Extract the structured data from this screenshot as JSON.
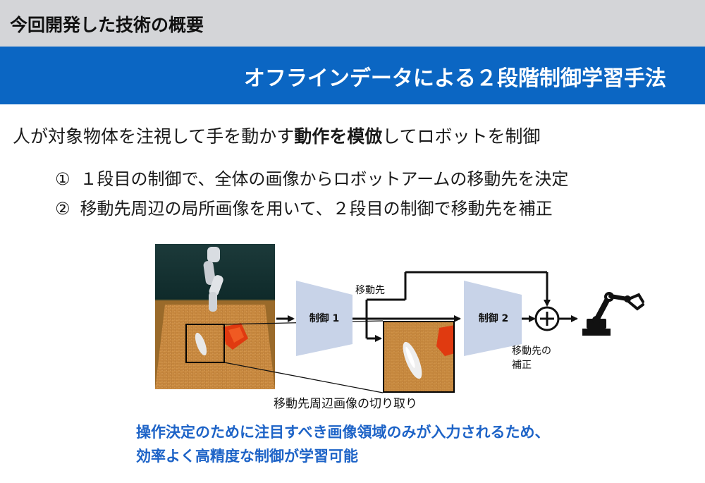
{
  "header": {
    "title": "今回開発した技術の概要"
  },
  "banner": {
    "title": "オフラインデータによる２段階制御学習手法"
  },
  "summary": {
    "prefix": "人が対象物体を注視して手を動かす",
    "emphasis": "動作を模倣",
    "suffix": "してロボットを制御"
  },
  "steps": [
    {
      "num": "①",
      "text": "１段目の制御で、全体の画像からロボットアームの移動先を決定"
    },
    {
      "num": "②",
      "text": "移動先周辺の局所画像を用いて、２段目の制御で移動先を補正"
    }
  ],
  "diagram": {
    "control1_label": "制御 1",
    "control2_label": "制御 2",
    "destination_label": "移動先",
    "correction_label_line1": "移動先の",
    "correction_label_line2": "補正",
    "crop_caption": "移動先周辺画像の切り取り",
    "plus_symbol": "+"
  },
  "note": {
    "line1": "操作決定のために注目すべき画像領域のみが入力されるため、",
    "line2": "効率よく高精度な制御が学習可能"
  },
  "colors": {
    "banner_blue": "#0b66c3",
    "header_gray": "#d4d5d8",
    "trapezoid_fill": "#c8d3e8",
    "note_blue": "#1d63c7",
    "wood": "#c98a40"
  },
  "icons": [
    "robot-arm-icon",
    "plus-circle-icon"
  ]
}
